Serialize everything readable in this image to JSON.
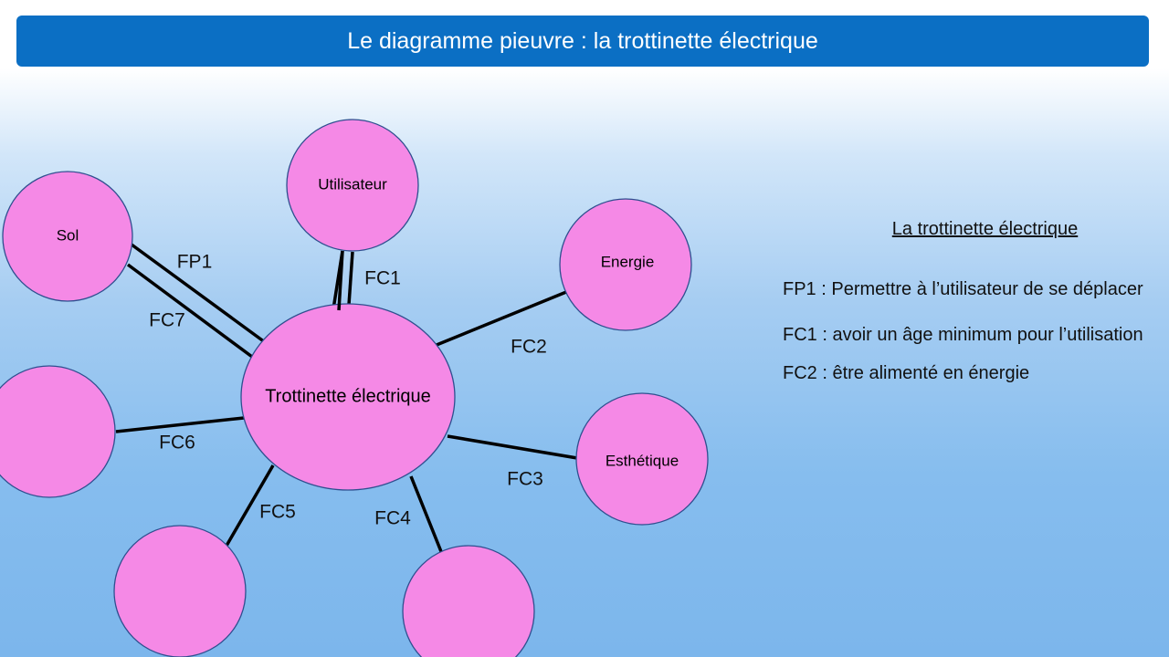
{
  "title": "Le diagramme pieuvre : la trottinette électrique",
  "diagram": {
    "center": "Trottinette électrique",
    "nodes": {
      "sol": "Sol",
      "utilisateur": "Utilisateur",
      "energie": "Energie",
      "esthetique": "Esthétique"
    },
    "functions": {
      "fp1": "FP1",
      "fc1": "FC1",
      "fc2": "FC2",
      "fc3": "FC3",
      "fc4": "FC4",
      "fc5": "FC5",
      "fc6": "FC6",
      "fc7": "FC7"
    }
  },
  "legend": {
    "heading": "La trottinette électrique",
    "items": [
      "FP1 : Permettre à l’utilisateur de se déplacer",
      "FC1 : avoir un âge minimum pour l’utilisation",
      "FC2 : être alimenté en énergie"
    ]
  },
  "colors": {
    "title_bar": "#0b6fc4",
    "node_fill": "#f589e6"
  }
}
